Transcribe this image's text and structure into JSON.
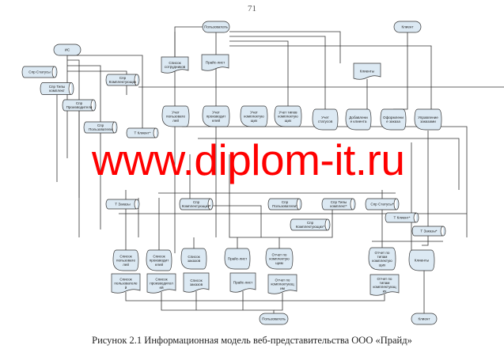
{
  "page_number": "71",
  "watermark": "www.diplom-it.ru",
  "caption": "Рисунок 2.1 Информационная модель веб-представительства ООО «Прайд»",
  "colors": {
    "shape_fill": "#dce9f3",
    "line": "#333333",
    "watermark": "#ff0000"
  },
  "nodes": [
    {
      "type": "terminator",
      "label": [
        "Пользователь"
      ]
    },
    {
      "type": "terminator",
      "label": [
        "ИС"
      ]
    },
    {
      "type": "terminator",
      "label": [
        "Клиент"
      ]
    },
    {
      "type": "terminator",
      "label": [
        "Пользователь"
      ]
    },
    {
      "type": "terminator",
      "label": [
        "Клиент"
      ]
    },
    {
      "type": "table",
      "label": [
        "Спр Статусы"
      ]
    },
    {
      "type": "table",
      "label": [
        "Спр Типы",
        "комплект"
      ]
    },
    {
      "type": "table",
      "label": [
        "Спр",
        "Комплектующих"
      ]
    },
    {
      "type": "table",
      "label": [
        "Спр",
        "Производители"
      ]
    },
    {
      "type": "table",
      "label": [
        "Спр",
        "Пользователи"
      ]
    },
    {
      "type": "table",
      "label": [
        "Т Клиент*"
      ]
    },
    {
      "type": "table",
      "label": [
        "Т Заказы"
      ]
    },
    {
      "type": "table",
      "label": [
        "Спр",
        "Комплектующих*"
      ]
    },
    {
      "type": "table",
      "label": [
        "Спр",
        "Пользователи*"
      ]
    },
    {
      "type": "table",
      "label": [
        "Спр Типы",
        "комплект*"
      ]
    },
    {
      "type": "table",
      "label": [
        "Спр Статусы*"
      ]
    },
    {
      "type": "table",
      "label": [
        "Т Клиент*"
      ]
    },
    {
      "type": "table",
      "label": [
        "Т Заказы*"
      ]
    },
    {
      "type": "table",
      "label": [
        "Спр",
        "Комплектующих*"
      ]
    },
    {
      "type": "document",
      "label": [
        "Список",
        "сотрудников"
      ]
    },
    {
      "type": "document",
      "label": [
        "Прайс-лист"
      ]
    },
    {
      "type": "document",
      "label": [
        "Клиенты"
      ]
    },
    {
      "type": "process",
      "label": [
        "Учет",
        "пользовате",
        "лей"
      ]
    },
    {
      "type": "process",
      "label": [
        "Учет",
        "производит",
        "елей"
      ]
    },
    {
      "type": "process",
      "label": [
        "Учет",
        "комплектую",
        "щих"
      ]
    },
    {
      "type": "process",
      "label": [
        "Учет типов",
        "комплектую",
        "щих"
      ]
    },
    {
      "type": "process",
      "label": [
        "Учет",
        "статусов"
      ]
    },
    {
      "type": "process",
      "label": [
        "Добавлени",
        "е клиента"
      ]
    },
    {
      "type": "process",
      "label": [
        "Оформлени",
        "е заказа"
      ]
    },
    {
      "type": "process",
      "label": [
        "Управление",
        "заказами"
      ]
    },
    {
      "type": "process",
      "label": [
        "Список",
        "пользовате",
        "лей"
      ]
    },
    {
      "type": "process",
      "label": [
        "Список",
        "производит",
        "елей"
      ]
    },
    {
      "type": "process",
      "label": [
        "Список",
        "заказов"
      ]
    },
    {
      "type": "process",
      "label": [
        "Прайс-лист"
      ]
    },
    {
      "type": "process",
      "label": [
        "Отчет по",
        "комплектую",
        "щим"
      ]
    },
    {
      "type": "process",
      "label": [
        "Отчет по",
        "типам",
        "комплектую",
        "щих"
      ]
    },
    {
      "type": "process",
      "label": [
        "Клиенты"
      ]
    },
    {
      "type": "document",
      "label": [
        "Список",
        "пользователе",
        "й"
      ]
    },
    {
      "type": "document",
      "label": [
        "Список",
        "производител",
        "ей"
      ]
    },
    {
      "type": "document",
      "label": [
        "Список",
        "заказов"
      ]
    },
    {
      "type": "document",
      "label": [
        "Прайс-лист"
      ]
    },
    {
      "type": "document",
      "label": [
        "Отчет по",
        "комплектующ",
        "им"
      ]
    },
    {
      "type": "document",
      "label": [
        "Отчет по",
        "типам",
        "комплектующ",
        "их"
      ]
    }
  ]
}
